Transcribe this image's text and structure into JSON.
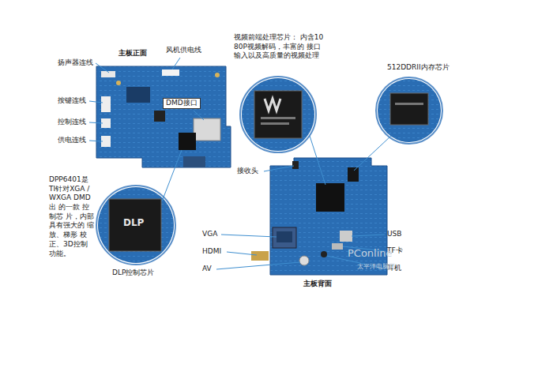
{
  "diagram": {
    "labels": [
      "主板正面",
      "风机供电线",
      "扬声器连线",
      "按键连线",
      "DMD接口",
      "控制连线",
      "供电连线",
      "DPP6401是 TI针对XGA /WXGA DMD出 的一款 控制芯 片，内部 具有强大的 缩放、梯形 校正、3D控制功能。",
      "DLP控制芯片",
      "视频前端处理芯片： 内含1080P视频解码，丰富的 接口输入以及高质量的视频处理",
      "512DDRII内存芯片",
      "接收头",
      "VGA",
      "HDMI",
      "AV",
      "USB",
      "TF卡",
      "耳机",
      "主板背面",
      "PConline",
      "太平洋电脑网",
      "DLP"
    ]
  }
}
